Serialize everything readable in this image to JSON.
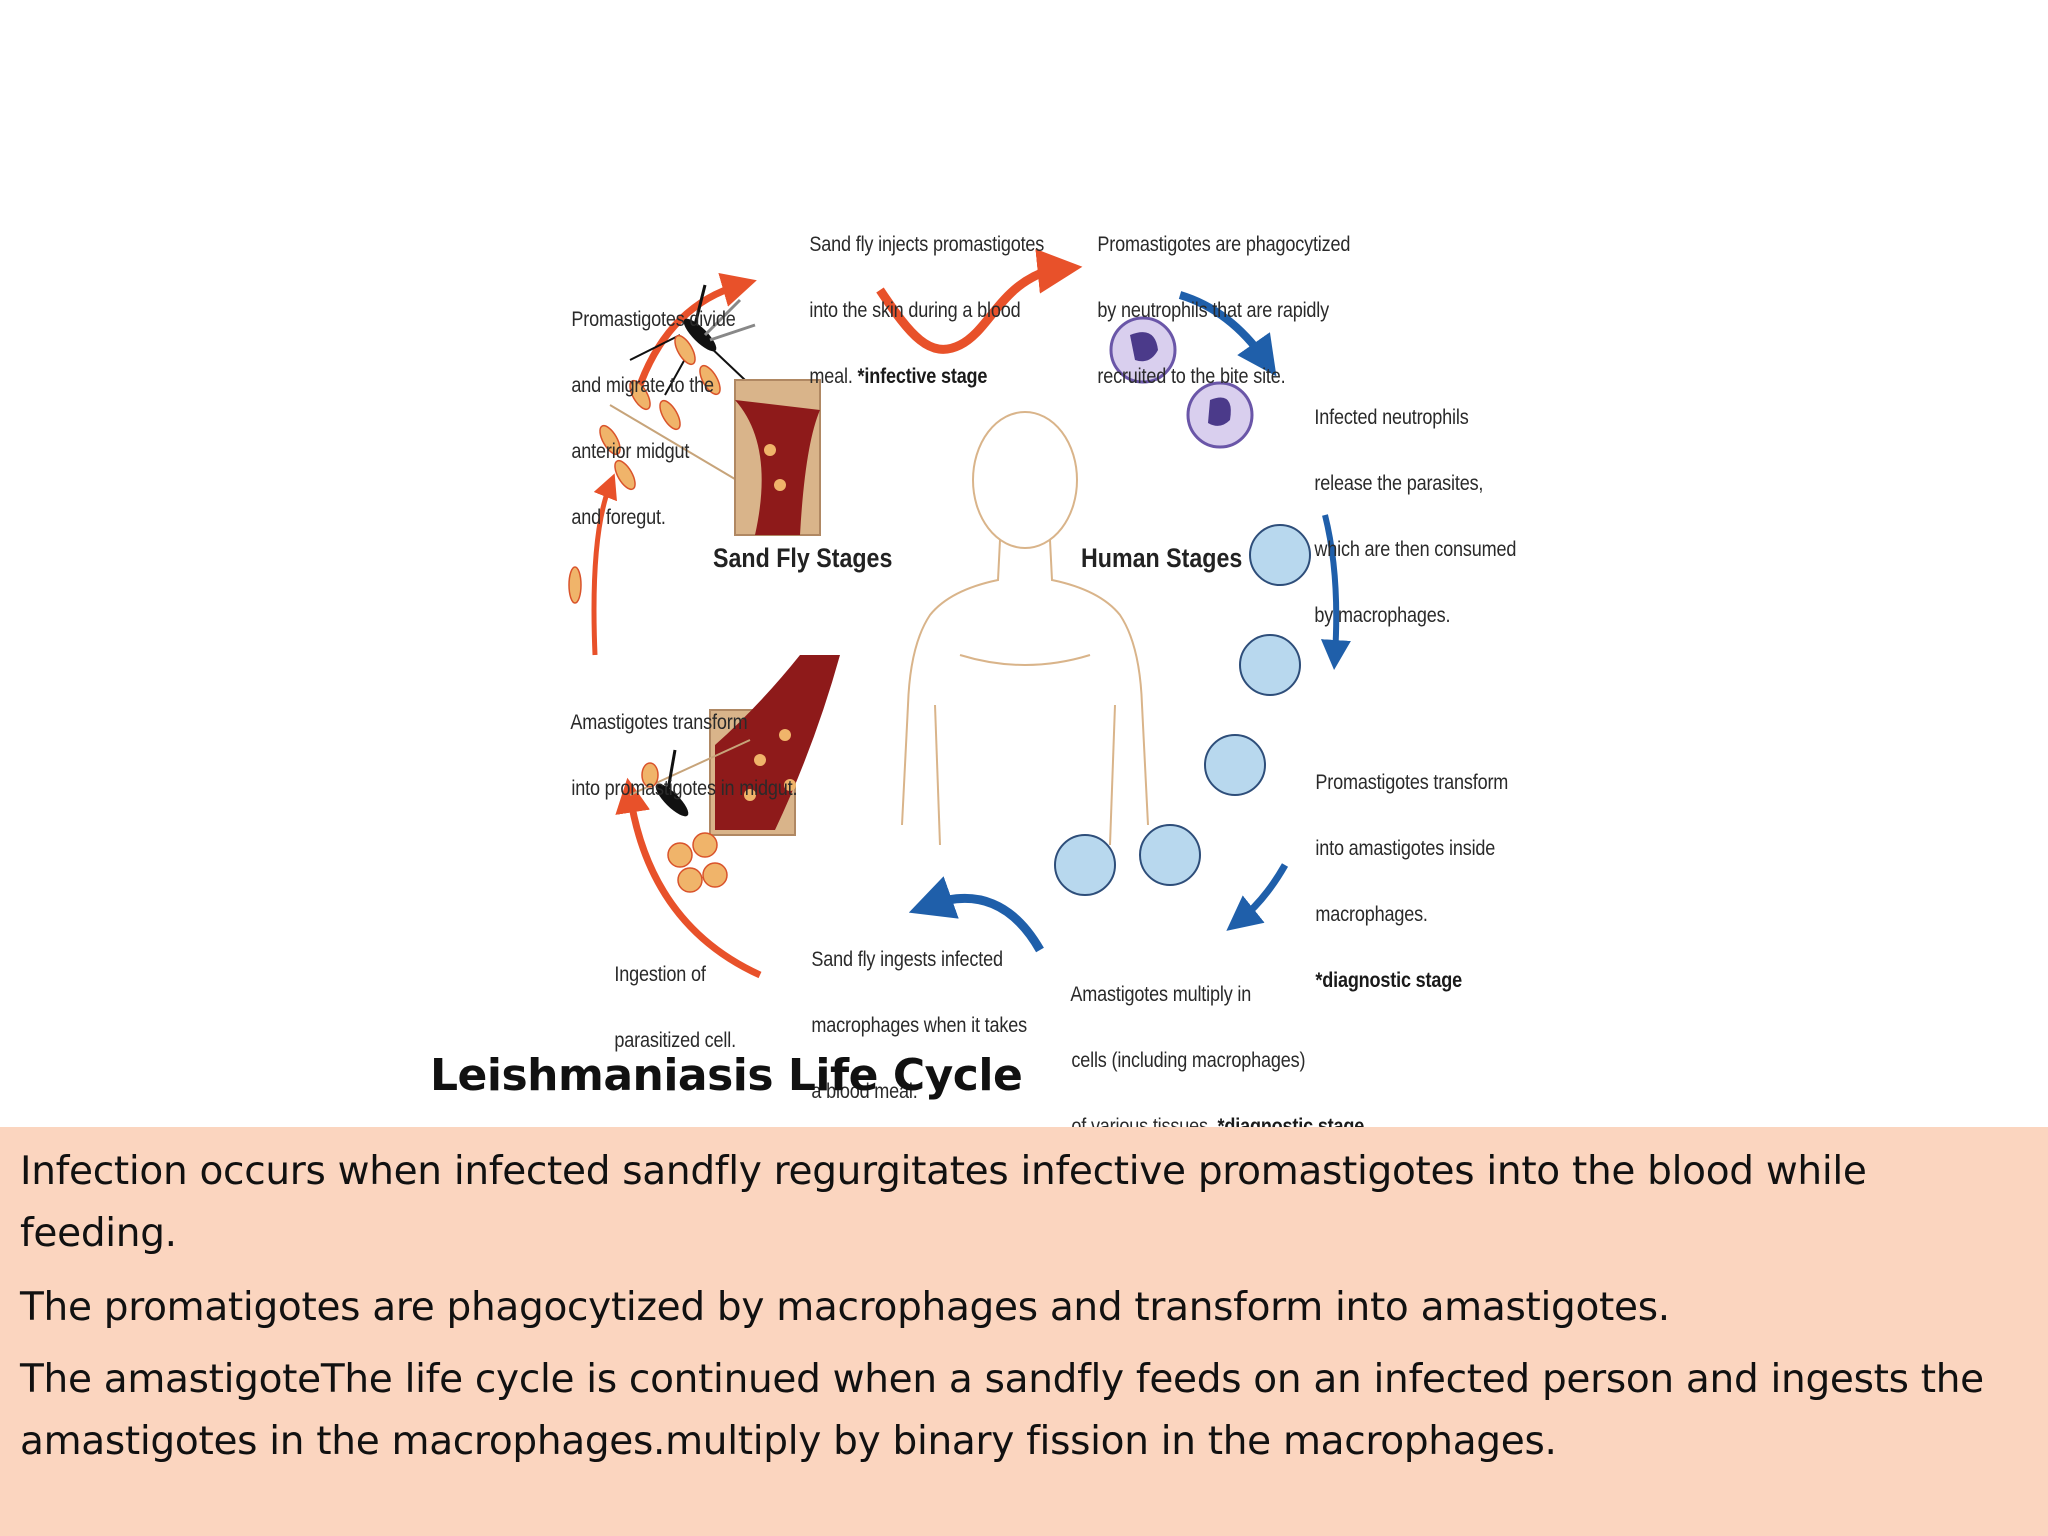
{
  "diagram": {
    "labels": {
      "sand_fly_injects": [
        "Sand fly injects promastigotes",
        "into the skin during a blood",
        "meal. "
      ],
      "sand_fly_injects_stage": "*infective stage",
      "promastigotes_phagocytized": [
        "Promastigotes are phagocytized",
        "by neutrophils that are rapidly",
        "recruited to the bite site."
      ],
      "infected_neutrophils": [
        "Infected neutrophils",
        "release the parasites,",
        "which are then consumed",
        "by macrophages."
      ],
      "promastigotes_transform": [
        "Promastigotes transform",
        "into amastigotes inside",
        "macrophages."
      ],
      "promastigotes_transform_stage": "*diagnostic stage",
      "amastigotes_multiply": [
        "Amastigotes multiply in",
        "cells (including macrophages)",
        "of various tissues. "
      ],
      "amastigotes_multiply_stage": "*diagnostic stage",
      "sand_fly_ingests": [
        "Sand fly ingests infected",
        "macrophages when it takes",
        "a blood meal."
      ],
      "ingestion": [
        "Ingestion of",
        "parasitized cell."
      ],
      "amastigotes_transform": [
        "Amastigotes transform",
        "into promastigotes in midgut."
      ],
      "promastigotes_divide": [
        "Promastigotes divide",
        "and migrate to the",
        "anterior midgut",
        "and foregut."
      ]
    },
    "sand_fly_stages": "Sand Fly Stages",
    "human_stages": "Human Stages",
    "colors": {
      "sand_fly_arrows": "#e8512a",
      "human_arrows": "#1f5faa",
      "cell_fill": "#b8d8ee",
      "blood": "#9b1b1b"
    }
  },
  "caption": "Leishmaniasis Life Cycle",
  "paragraphs": [
    " Infection occurs when infected sandfly regurgitates infective promastigotes into the blood while feeding.",
    " The promatigotes are phagocytized by macrophages and transform into amastigotes.",
    " The amastigoteThe life cycle is continued when a sandfly feeds on an infected person and ingests the amastigotes in the macrophages.multiply by binary fission in the macrophages."
  ]
}
